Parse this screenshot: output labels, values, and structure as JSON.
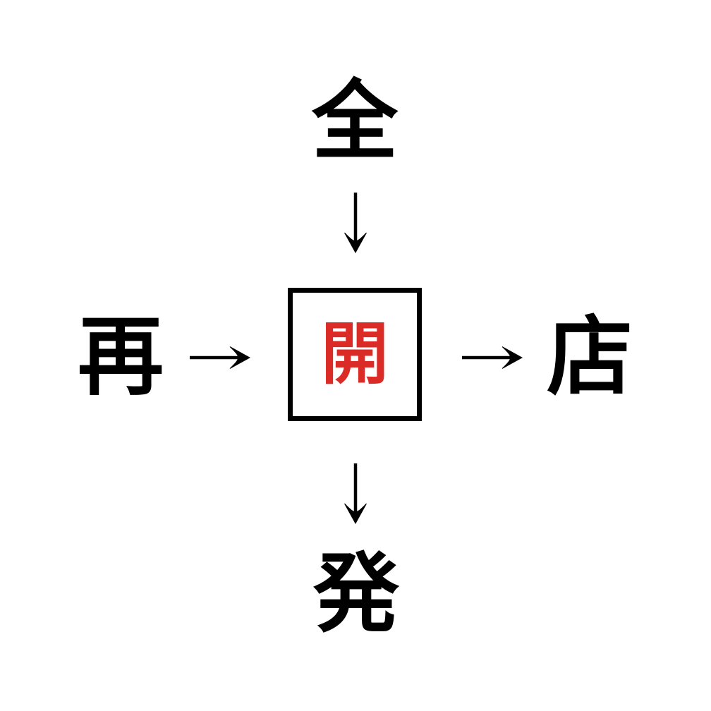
{
  "puzzle": {
    "center_char": "開",
    "top_char": "全",
    "left_char": "再",
    "right_char": "店",
    "bottom_char": "発",
    "arrows": [
      {
        "icon": "arrow-down-icon",
        "from": "top",
        "to": "center"
      },
      {
        "icon": "arrow-right-icon",
        "from": "left",
        "to": "center"
      },
      {
        "icon": "arrow-right-icon",
        "from": "center",
        "to": "right"
      },
      {
        "icon": "arrow-down-icon",
        "from": "center",
        "to": "bottom"
      }
    ]
  },
  "colors": {
    "center_char": "#db2b26",
    "ink": "#000000",
    "center_box_border": "#000000",
    "background": "#ffffff"
  }
}
